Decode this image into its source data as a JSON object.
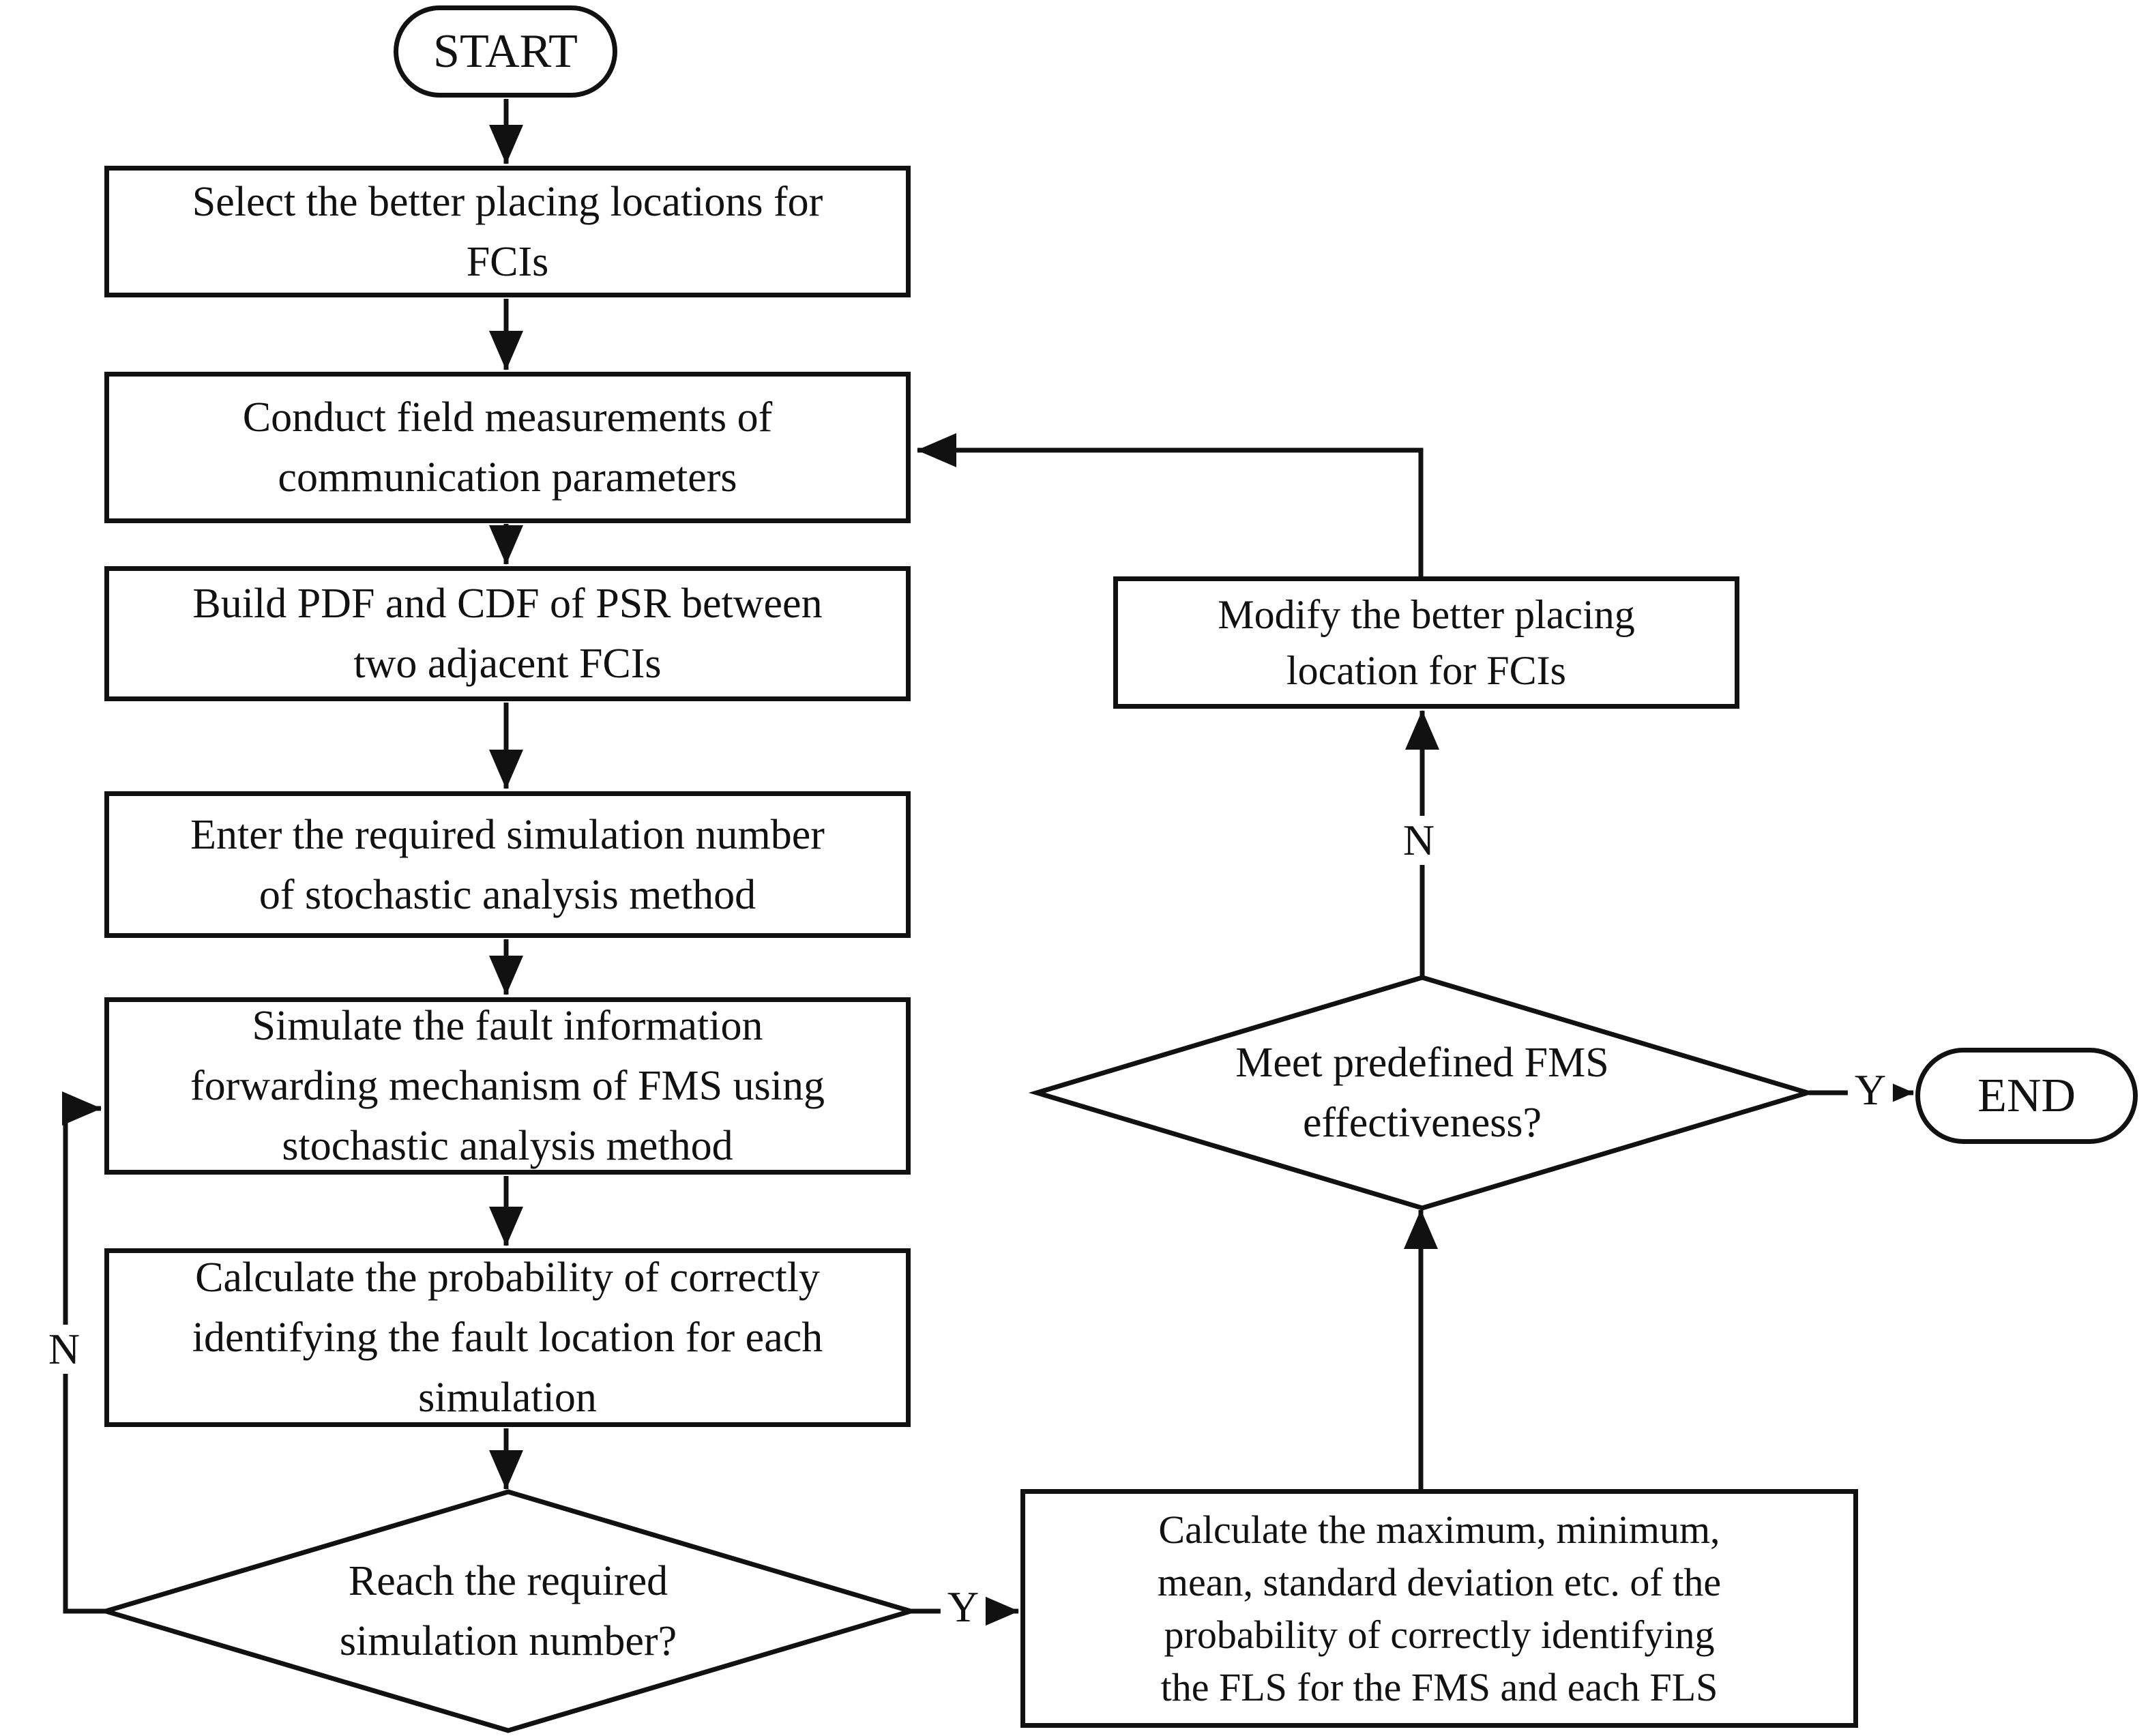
{
  "nodes": {
    "start": {
      "label": "START"
    },
    "select_locations": {
      "lines": [
        "Select the better placing locations for",
        "FCIs"
      ]
    },
    "field_measurements": {
      "lines": [
        "Conduct field measurements of",
        "communication parameters"
      ]
    },
    "build_pdf_cdf": {
      "lines": [
        "Build PDF and CDF of PSR between",
        "two adjacent FCIs"
      ]
    },
    "enter_sim_number": {
      "lines": [
        "Enter the required simulation number",
        "of stochastic analysis method"
      ]
    },
    "simulate_fms": {
      "lines": [
        "Simulate the fault information",
        "forwarding mechanism of FMS using",
        "stochastic analysis method"
      ]
    },
    "calc_probability": {
      "lines": [
        "Calculate the probability of correctly",
        "identifying the fault location for each",
        "simulation"
      ]
    },
    "reach_sim_number": {
      "lines": [
        "Reach the required",
        "simulation number?"
      ]
    },
    "calc_statistics": {
      "lines": [
        "Calculate the maximum, minimum,",
        "mean, standard deviation etc. of the",
        "probability of correctly identifying",
        "the FLS for the FMS and each FLS"
      ]
    },
    "meet_effectiveness": {
      "lines": [
        "Meet predefined FMS",
        "effectiveness?"
      ]
    },
    "modify_location": {
      "lines": [
        "Modify the better placing",
        "location for FCIs"
      ]
    },
    "end": {
      "label": "END"
    }
  },
  "edge_labels": {
    "reach_yes": "Y",
    "reach_no": "N",
    "meet_yes": "Y",
    "meet_no": "N"
  },
  "colors": {
    "line": "#111111",
    "background": "#ffffff",
    "text": "#111111"
  }
}
